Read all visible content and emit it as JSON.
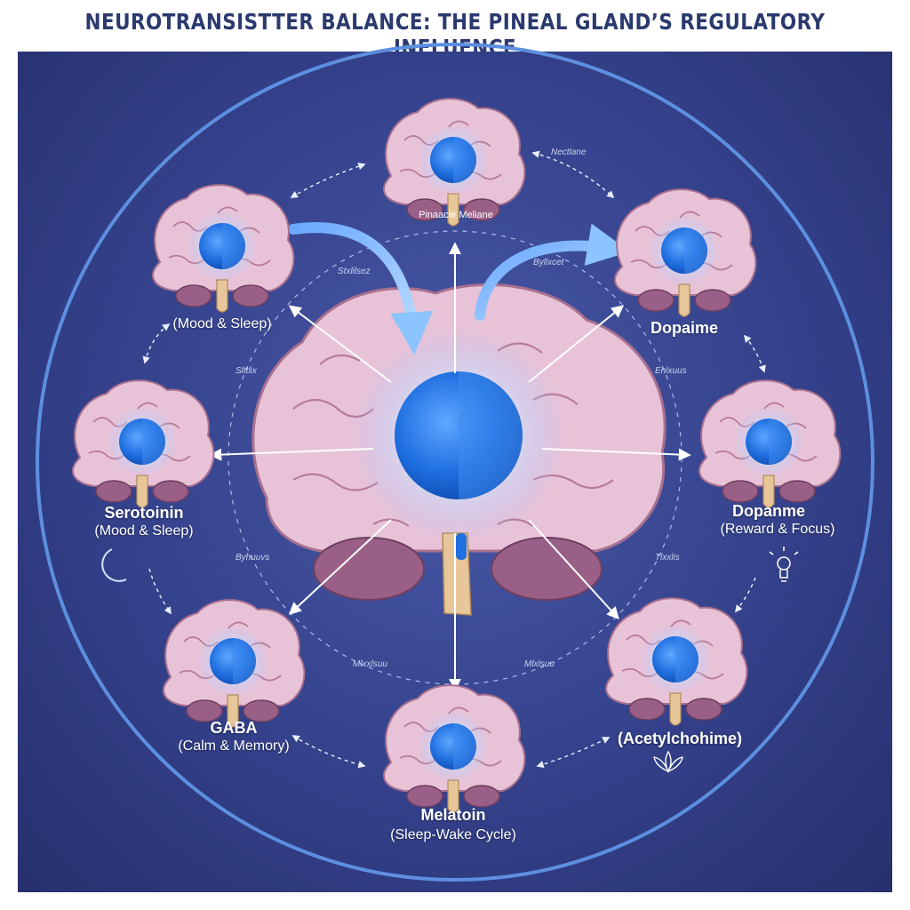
{
  "title": "NEUROTRANSISTTER BALANCE: THE PINEAL GLAND’S REGULATORY INFLUENCE",
  "center_label": "Pinaacie Meliane",
  "top_small_label": "Nectlane",
  "orbit_labels": [
    "Stxlilsez",
    "Byllxcet",
    "Slttlix",
    "Enlxuus",
    "Byhuuvs",
    "Tlxxlis",
    "Mlxxlsuu",
    "Mlxlsuu"
  ],
  "nodes": {
    "top_left": {
      "sub": "(Mood & Sleep)"
    },
    "serotonin": {
      "name": "Serotoinin",
      "sub": "(Mood & Sleep)"
    },
    "gaba": {
      "name": "GABA",
      "sub": "(Calm & Memory)"
    },
    "melatonin": {
      "name": "Melatoin",
      "sub": "(Sleep-Wake Cycle)"
    },
    "acetylcholine": {
      "name": "(Acetylchohime)"
    },
    "dopamine_right": {
      "name": "Dopanme",
      "sub": "(Reward & Focus)"
    },
    "dopamine_top_right": {
      "name": "Dopaime"
    }
  },
  "icons": [
    "crescent-moon-icon",
    "lightbulb-icon",
    "lotus-icon"
  ],
  "colors": {
    "background": "#34418b",
    "brain": "#e8c3d8",
    "gland": "#1f6fe0",
    "title": "#2b3a6e"
  }
}
